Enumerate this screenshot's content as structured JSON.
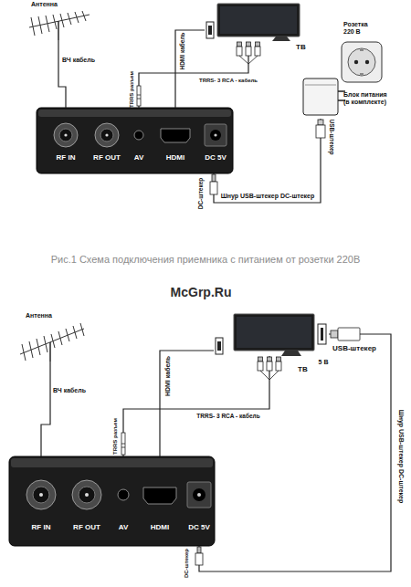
{
  "diagram": {
    "caption": "Рис.1 Схема подключения приемника с питанием от розетки 220В",
    "nodes": [
      {
        "text": [
          "Антенна"
        ]
      },
      {
        "text": [
          "ТВ"
        ]
      },
      {
        "text": [
          "Розетка 220 В"
        ]
      },
      {
        "text": [
          "Блок питания (в комплекте)"
        ]
      },
      {
        "text": [
          "RF IN",
          "RF OUT",
          "AV",
          "HDMI",
          "DC 5V"
        ]
      },
      {
        "text": [
          "Антенна"
        ]
      },
      {
        "text": [
          "ТВ"
        ]
      },
      {
        "text": [
          "RF IN",
          "RF OUT",
          "AV",
          "HDMI",
          "DC 5V"
        ]
      }
    ],
    "edges": [
      {
        "from": 0,
        "to": 4,
        "label": "ВЧ кабель",
        "arrow": "none"
      },
      {
        "from": 4,
        "to": 1,
        "label": "HDMI кабель",
        "arrow": "none"
      },
      {
        "from": 4,
        "to": 1,
        "label": "TRRS- 3 RCA - кабель",
        "arrow": "none"
      },
      {
        "from": 3,
        "to": 4,
        "label": "Шнур USB-штекер DC-штекер",
        "arrow": "none"
      },
      {
        "from": 5,
        "to": 7,
        "label": "ВЧ кабель",
        "arrow": "none"
      },
      {
        "from": 7,
        "to": 6,
        "label": "HDMI кабель",
        "arrow": "none"
      },
      {
        "from": 7,
        "to": 6,
        "label": "TRRS- 3 RCA - кабель",
        "arrow": "none"
      },
      {
        "from": 6,
        "to": 7,
        "label": "Шнур USB-штекер DC-штекер",
        "arrow": "none"
      }
    ],
    "labels": [
      "USB-штекер",
      "TRRS разъем",
      "DC-штекер",
      "McGrp.Ru",
      "TRRS разъем",
      "5 В",
      "USB-штекер",
      "DC-штекер"
    ]
  }
}
